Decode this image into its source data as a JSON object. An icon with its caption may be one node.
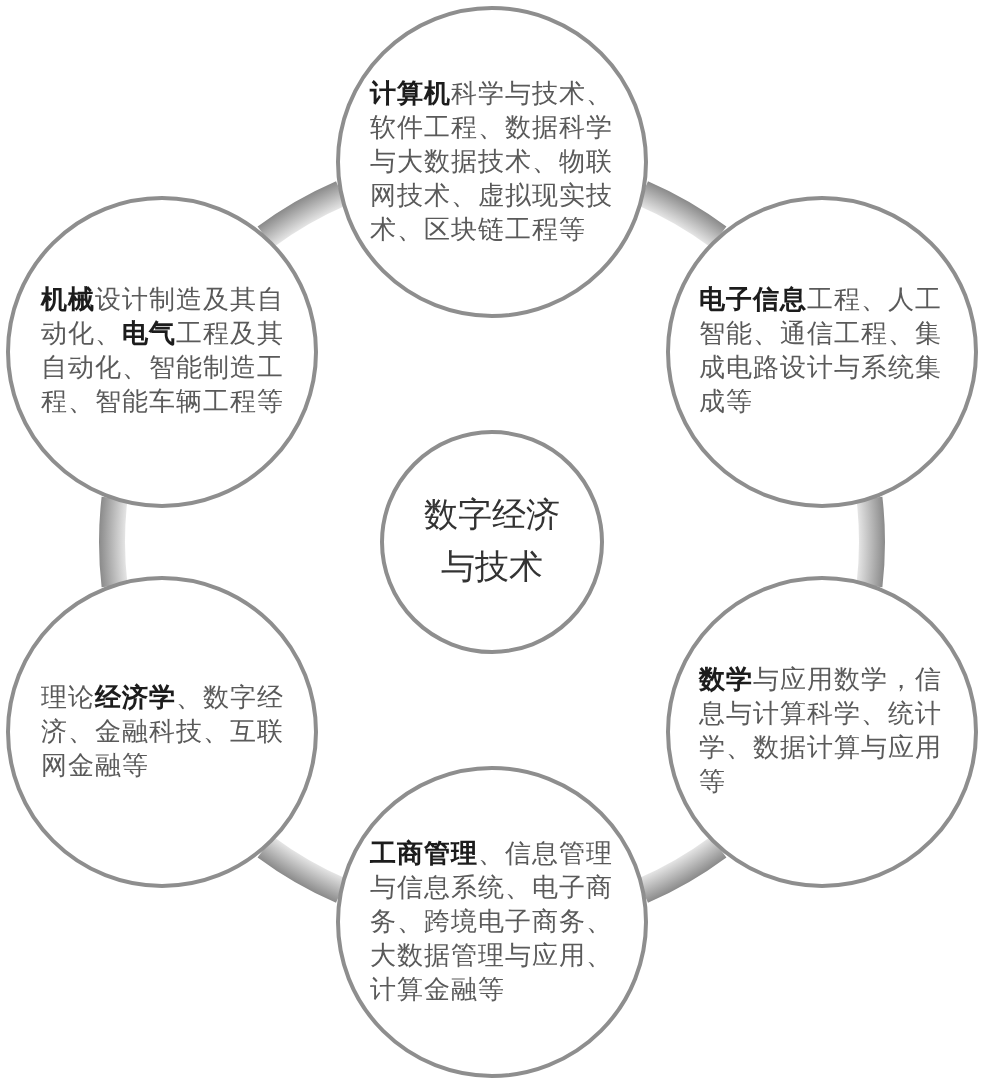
{
  "diagram": {
    "nodes": [
      {
        "text": [
          "**计算机**科学与技术、软件工程、数据科学与大数据技术、物联网技术、虚拟现实技术、区块链工程等"
        ]
      },
      {
        "text": [
          "**机械**设计制造及其自动化、**电气**工程及其自动化、智能制造工程、智能车辆工程等"
        ]
      },
      {
        "text": [
          "**电子信息**工程、人工智能、通信工程、集成电路设计与系统集成等"
        ]
      },
      {
        "text": [
          "数字经济与技术"
        ]
      },
      {
        "text": [
          "理论**经济学**、数字经济、金融科技、互联网金融等"
        ]
      },
      {
        "text": [
          "**数学**与应用数学，信息与计算科学、统计学、数据计算与应用等"
        ]
      },
      {
        "text": [
          "**工商管理**、信息管理与信息系统、电子商务、跨境电子商务、大数据管理与应用、计算金融等"
        ]
      }
    ],
    "edges": [
      {
        "from": 0,
        "to": 2,
        "arrow": "none"
      },
      {
        "from": 2,
        "to": 5,
        "arrow": "none"
      },
      {
        "from": 5,
        "to": 6,
        "arrow": "none"
      },
      {
        "from": 6,
        "to": 4,
        "arrow": "none"
      },
      {
        "from": 4,
        "to": 1,
        "arrow": "none"
      },
      {
        "from": 1,
        "to": 0,
        "arrow": "none"
      }
    ]
  }
}
